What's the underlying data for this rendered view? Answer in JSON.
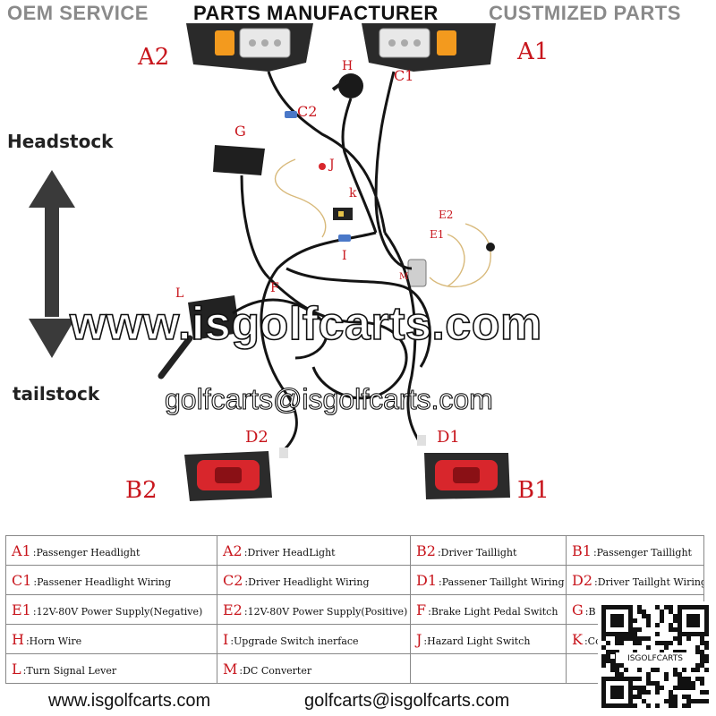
{
  "banner": {
    "left": "OEM SERVICE",
    "center": "PARTS MANUFACTURER",
    "right": "CUSTMIZED PARTS"
  },
  "sides": {
    "top": "Headstock",
    "bottom": "tailstock"
  },
  "labels": {
    "A1": "A1",
    "A2": "A2",
    "B1": "B1",
    "B2": "B2",
    "C1": "C1",
    "C2": "C2",
    "D1": "D1",
    "D2": "D2",
    "E1": "E1",
    "E2": "E2",
    "F": "F",
    "G": "G",
    "H": "H",
    "I": "I",
    "J": "J",
    "K": "k",
    "L": "L",
    "M": "M"
  },
  "watermark": {
    "site": "www.isgolfcarts.com",
    "email": "golfcarts@isgolfcarts.com",
    "qr_text": "ISGOLFCARTS"
  },
  "legend": {
    "rows": [
      [
        {
          "code": "A1",
          "text": ":Passenger Headlight"
        },
        {
          "code": "A2",
          "text": ":Driver HeadLight"
        },
        {
          "code": "B2",
          "text": ":Driver Taillight"
        },
        {
          "code": "B1",
          "text": ":Passenger Taillight"
        }
      ],
      [
        {
          "code": "C1",
          "text": ":Passener Headlight Wiring"
        },
        {
          "code": "C2",
          "text": ":Driver Headlight Wiring"
        },
        {
          "code": "D1",
          "text": ":Passener Taillght Wiring"
        },
        {
          "code": "D2",
          "text": ":Driver Taillght Wiring"
        }
      ],
      [
        {
          "code": "E1",
          "text": ":12V-80V Power Supply(Negative)"
        },
        {
          "code": "E2",
          "text": ":12V-80V Power Supply(Positive)"
        },
        {
          "code": "F",
          "text": ":Brake Light Pedal Switch"
        },
        {
          "code": "G",
          "text": ":B"
        }
      ],
      [
        {
          "code": "H",
          "text": ":Horn Wire"
        },
        {
          "code": "I",
          "text": ":Upgrade Switch inerface"
        },
        {
          "code": "J",
          "text": ":Hazard Light Switch"
        },
        {
          "code": "K",
          "text": ":Co"
        }
      ],
      [
        {
          "code": "L",
          "text": ":Turn Signal Lever"
        },
        {
          "code": "M",
          "text": ":DC Converter"
        },
        {
          "code": "",
          "text": ""
        },
        {
          "code": "",
          "text": ""
        }
      ]
    ]
  },
  "footer": {
    "site": "www.isgolfcarts.com",
    "email": "golfcarts@isgolfcarts.com"
  },
  "colors": {
    "banner_left": "#8a8a8a",
    "banner_center": "#111111",
    "banner_right": "#8a8a8a",
    "label_red": "#c8161d",
    "wire_black": "#141414",
    "lamp_red": "#d8262c",
    "amber": "#f39a1e"
  }
}
